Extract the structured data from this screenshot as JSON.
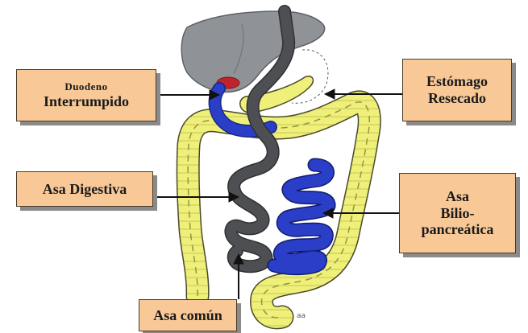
{
  "labels": {
    "duodeno_line1": "Duodeno",
    "duodeno_line2": "Interrumpido",
    "estomago_line1": "Estómago",
    "estomago_line2": "Resecado",
    "asa_digestiva": "Asa Digestiva",
    "asa_bilio_line1": "Asa",
    "asa_bilio_line2": "Bilio-",
    "asa_bilio_line3": "pancreática",
    "asa_comun": "Asa común"
  },
  "footnote": "aa",
  "colors": {
    "label_fill": "#f8c897",
    "liver": "#8f9296",
    "colon": "#eef07a",
    "digestive_loop": "#4d4f52",
    "biliopancreatic_loop": "#2a3ec8",
    "gallbladder": "#c0232b"
  }
}
